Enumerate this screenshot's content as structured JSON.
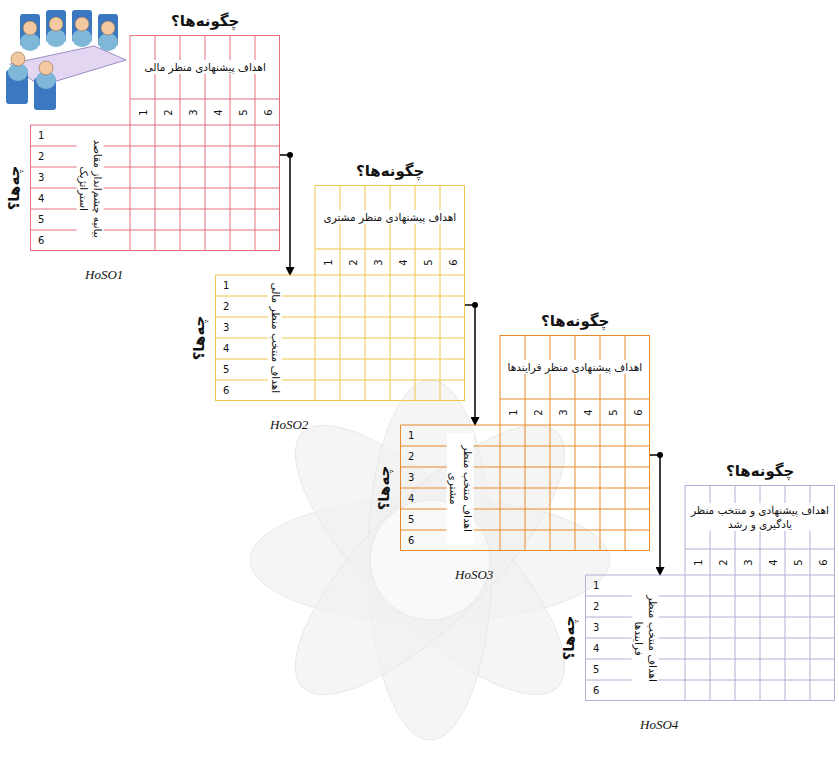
{
  "diagram": {
    "nodes": [
      {
        "text": [
          "چگونه‌ها؟",
          "اهداف پیشنهادی منظر مالی",
          "چه‌ها؟",
          "بیانیه چشم‌انداز مقاصد استراتژیک",
          "HoSO1"
        ]
      },
      {
        "text": [
          "چگونه‌ها؟",
          "اهداف پیشنهادی منظر مشتری",
          "چه‌ها؟",
          "اهداف منتخب منظر مالی",
          "HoSO2"
        ]
      },
      {
        "text": [
          "چگونه‌ها؟",
          "اهداف پیشنهادی منظر فرایندها",
          "چه‌ها؟",
          "اهداف منتخب منظر مشتری",
          "HoSO3"
        ]
      },
      {
        "text": [
          "چگونه‌ها؟",
          "اهداف پیشنهادی و منتخب منظر یادگیری و رشد",
          "چه‌ها؟",
          "اهداف منتخب منظر فرایندها",
          "HoSO4"
        ]
      }
    ],
    "edges": [
      {
        "from": 0,
        "to": 1,
        "arrow": "to"
      },
      {
        "from": 1,
        "to": 2,
        "arrow": "to"
      },
      {
        "from": 2,
        "to": 3,
        "arrow": "to"
      }
    ],
    "labels": [
      "1",
      "2",
      "3",
      "4",
      "5",
      "6",
      "1",
      "2",
      "3",
      "4",
      "5",
      "6",
      "1",
      "2",
      "3",
      "4",
      "5",
      "6",
      "1",
      "2",
      "3",
      "4",
      "5",
      "6",
      "1",
      "2",
      "3",
      "4",
      "5",
      "6",
      "1",
      "2",
      "3",
      "4",
      "5",
      "6",
      "1",
      "2",
      "3",
      "4",
      "5",
      "6",
      "1",
      "2",
      "3",
      "4",
      "5",
      "6"
    ]
  }
}
